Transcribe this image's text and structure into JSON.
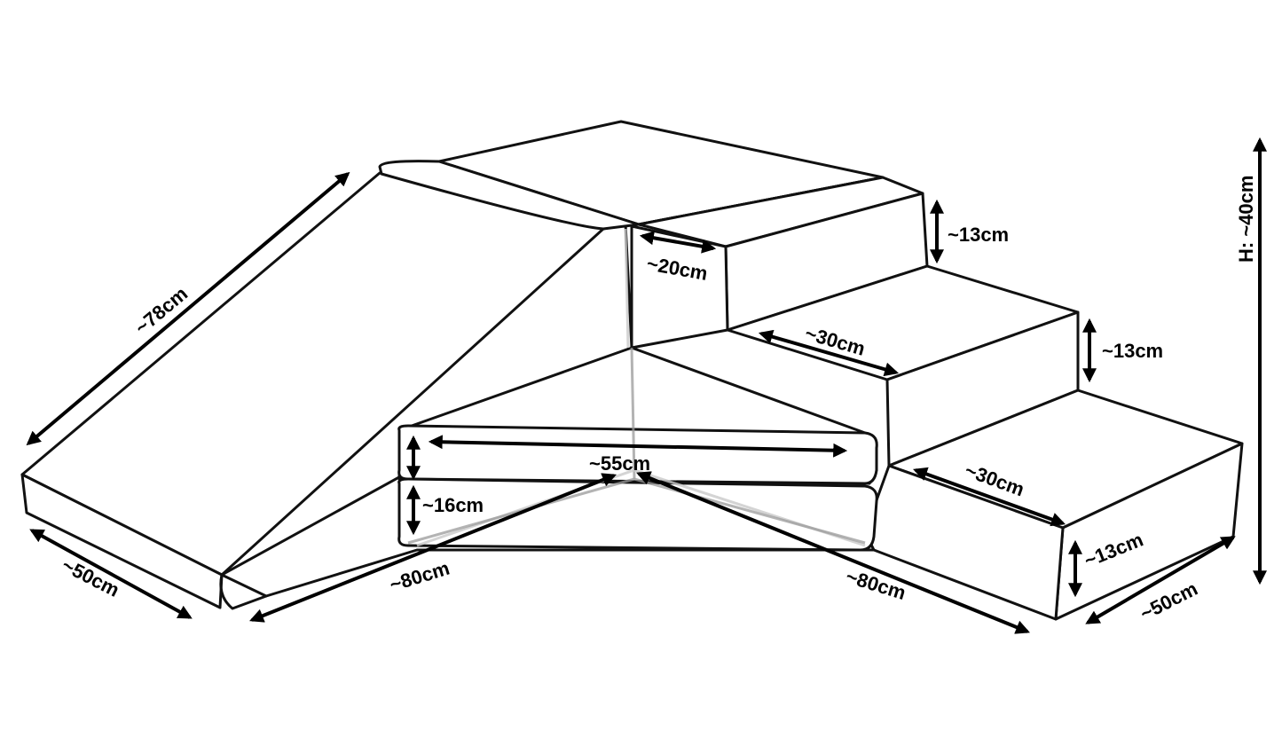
{
  "labels": {
    "slide_length": "~78cm",
    "slide_width": "~50cm",
    "base_front_left": "~80cm",
    "base_front_right": "~80cm",
    "platform_depth": "~20cm",
    "step_top_height": "~13cm",
    "step_mid_height": "~13cm",
    "step_low_height": "~13cm",
    "step_tread_upper": "~30cm",
    "step_tread_lower": "~30cm",
    "stairs_width": "~50cm",
    "corner_width": "~55cm",
    "corner_height": "~16cm",
    "total_height": "H: ~40cm"
  },
  "colors": {
    "outline": "#111111",
    "hidden_edge": "#9a9a9a",
    "dimension_arrow": "#000000",
    "background": "#ffffff"
  }
}
